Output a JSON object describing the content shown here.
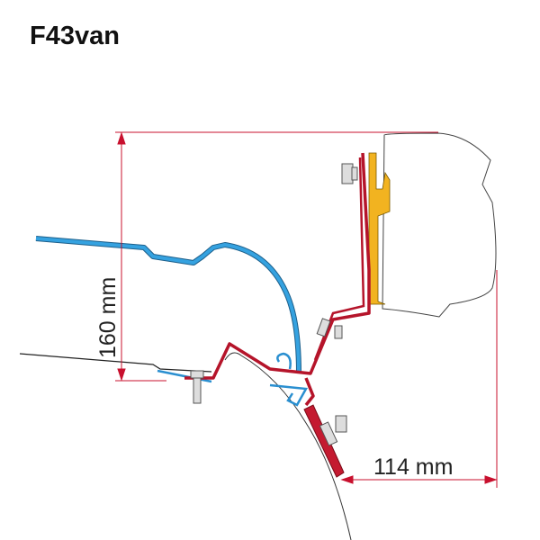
{
  "title": "F43van",
  "dimensions": {
    "height_label": "160 mm",
    "width_label": "114 mm"
  },
  "colors": {
    "dimension": "#c8102e",
    "adapter_red": "#b5142a",
    "bracket_blue": "#2a8fd0",
    "rail_yellow": "#f2b320",
    "outline": "#333333"
  }
}
